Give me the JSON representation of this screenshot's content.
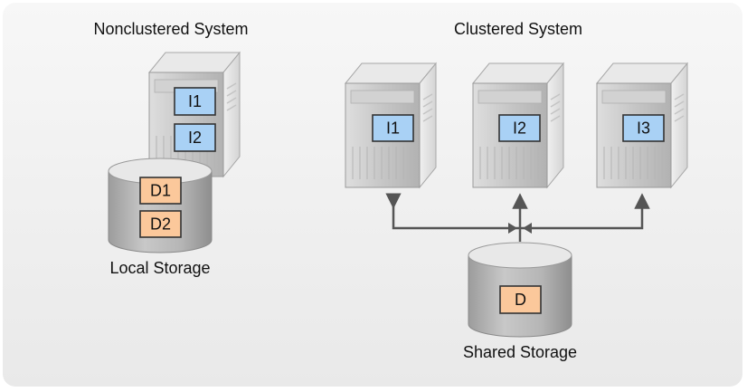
{
  "nonclustered": {
    "title": "Nonclustered System",
    "instances": [
      "I1",
      "I2"
    ],
    "datafiles": [
      "D1",
      "D2"
    ],
    "storage_label": "Local Storage"
  },
  "clustered": {
    "title": "Clustered System",
    "instances": [
      "I1",
      "I2",
      "I3"
    ],
    "datafile": "D",
    "storage_label": "Shared Storage"
  },
  "colors": {
    "instance_fill": "#a9d1f5",
    "datafile_fill": "#fbc89b",
    "server_light": "#e9e9e9",
    "server_mid": "#cfcfcf",
    "server_dark": "#9e9e9e",
    "disk_top": "#e6e6e6",
    "disk_body": "#b4b4b4",
    "arrow": "#555555"
  }
}
